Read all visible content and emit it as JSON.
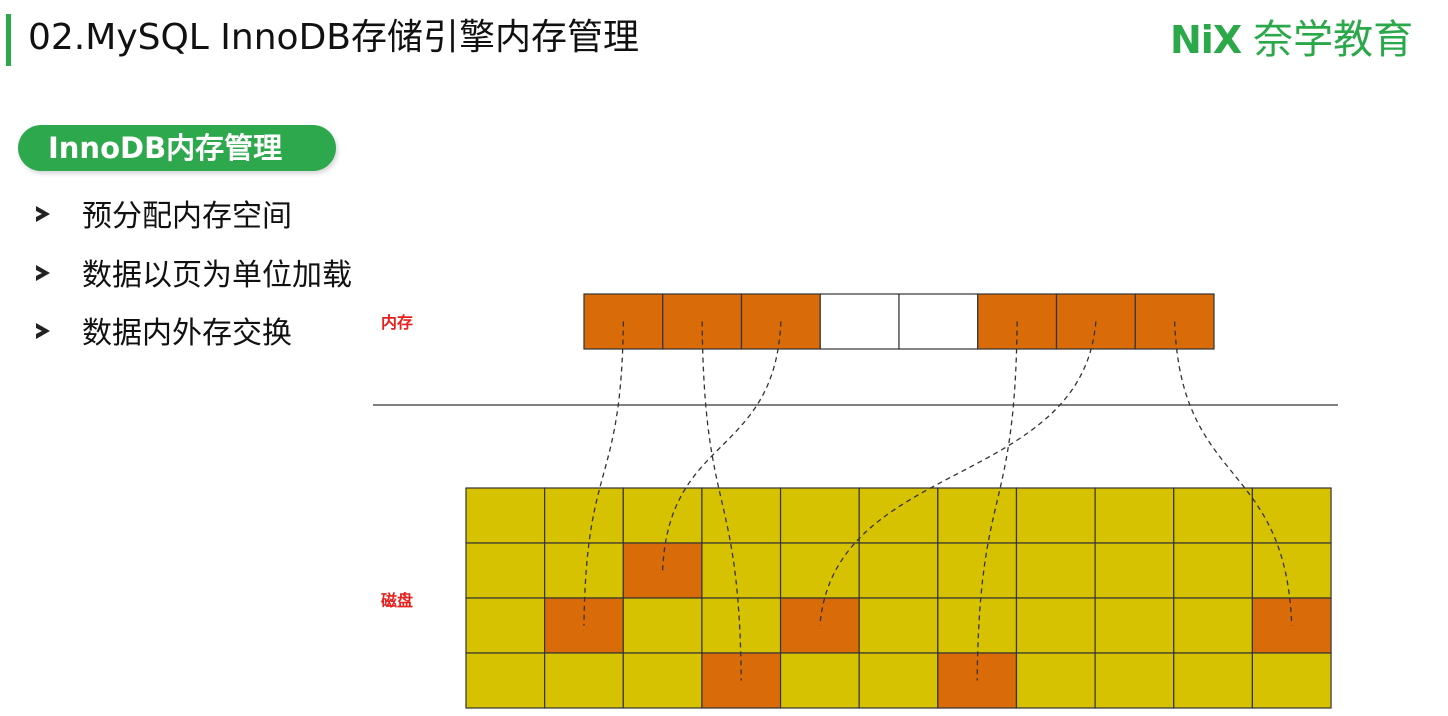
{
  "header": {
    "title": "02.MySQL InnoDB存储引擎内存管理",
    "logo_mark": "NiX",
    "logo_text": "奈学教育",
    "accent_color": "#2ba84a"
  },
  "section": {
    "badge_label": "InnoDB内存管理",
    "bullets": [
      "预分配内存空间",
      "数据以页为单位加载",
      "数据内外存交换"
    ]
  },
  "diagram": {
    "memory_label": "内存",
    "disk_label": "磁盘",
    "label_color": "#e8211e",
    "page_color_used": "#d96b08",
    "page_color_empty": "#ffffff",
    "disk_color": "#d6c200",
    "memory_slots": [
      "used",
      "used",
      "used",
      "empty",
      "empty",
      "used",
      "used",
      "used"
    ],
    "disk_grid": {
      "rows": 4,
      "cols": 11,
      "used_cells": [
        [
          1,
          2
        ],
        [
          2,
          1
        ],
        [
          2,
          4
        ],
        [
          2,
          10
        ],
        [
          3,
          3
        ],
        [
          3,
          6
        ]
      ]
    },
    "mappings": [
      {
        "memory_slot": 0,
        "disk_cell": [
          2,
          1
        ]
      },
      {
        "memory_slot": 1,
        "disk_cell": [
          3,
          3
        ]
      },
      {
        "memory_slot": 2,
        "disk_cell": [
          1,
          2
        ]
      },
      {
        "memory_slot": 5,
        "disk_cell": [
          3,
          6
        ]
      },
      {
        "memory_slot": 6,
        "disk_cell": [
          2,
          4
        ]
      },
      {
        "memory_slot": 7,
        "disk_cell": [
          2,
          10
        ]
      }
    ]
  }
}
